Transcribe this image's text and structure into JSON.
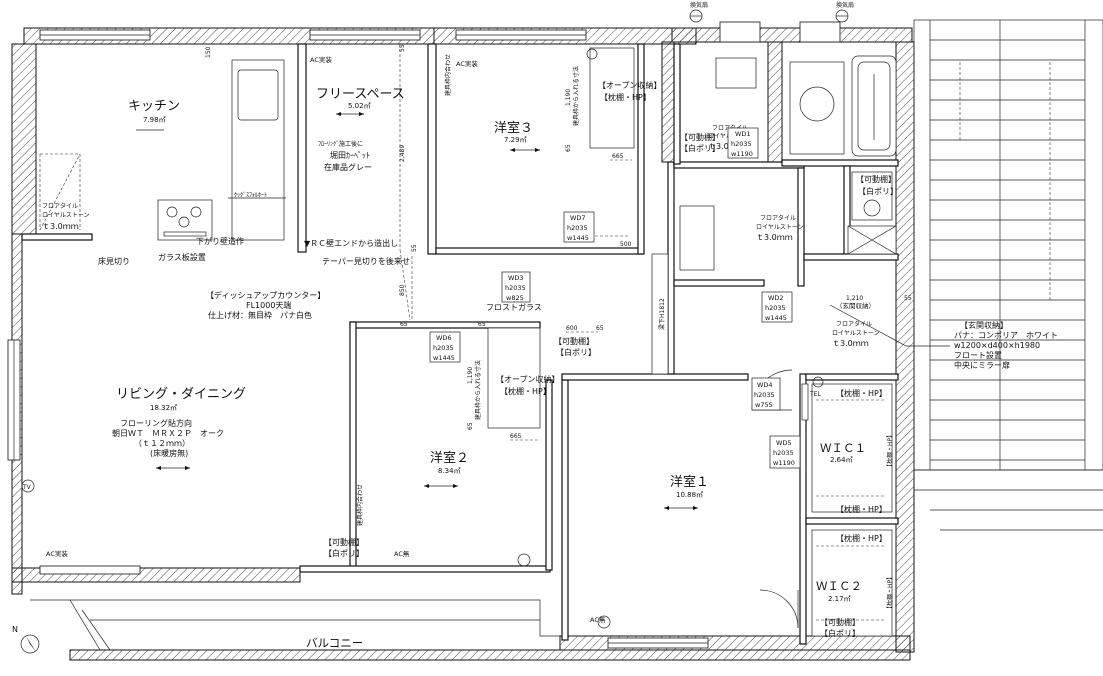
{
  "rooms": {
    "kitchen": {
      "name": "キッチン",
      "area": "7.98㎡"
    },
    "free_space": {
      "name": "フリースペース",
      "area": "5.02㎡"
    },
    "western3": {
      "name": "洋室３",
      "area": "7.29㎡"
    },
    "living": {
      "name": "リビング・ダイニング",
      "area": "18.32㎡"
    },
    "western2": {
      "name": "洋室２",
      "area": "8.34㎡"
    },
    "western1": {
      "name": "洋室１",
      "area": "10.88㎡"
    },
    "wic1": {
      "name": "ＷＩＣ１",
      "area": "2.64㎡"
    },
    "wic2": {
      "name": "ＷＩＣ２",
      "area": "2.17㎡"
    },
    "balcony": {
      "name": "バルコニー"
    }
  },
  "labels": {
    "ac_install": "AC実装",
    "ac_none": "AC無",
    "floor_tile": "フロアタイル",
    "royal_stone": "ロイヤルストーン",
    "thickness_3": "ｔ3.0ｍｍ",
    "gas_stove": "ｸｯｸﾞｽﾌｫﾙﾎｰﾄ",
    "hanging_wall": "下がり壁造作",
    "glass_board": "ガラス板設置",
    "floor_cut": "床見切り",
    "rc_wall_end": "▼ＲＣ壁エンドから造出し",
    "taper_cut": "テーパー見切りを後来せ",
    "flooring_after": "ﾌﾛｰﾘﾝｸﾞ施工後に",
    "tile_carpet": "堀田ｶｰﾍﾟｯﾄ",
    "stock_grey": "在庫品グレー",
    "dish_counter": "【ディッシュアップカウンター】",
    "fl1000": "FL1000天端",
    "finish_material": "仕上げ材：無目枠　パナ白色",
    "flooring_dir": "フローリング貼方向",
    "asahi": "朝日ＷＴ　ＭＲＸ２Ｐ　オーク",
    "t12": "（ｔ１２ｍｍ）",
    "floor_heat": "(床暖房無)",
    "frost_glass": "フロストガラス",
    "open_storage": "【オープン収納】",
    "pillow_shelf": "【枕棚・HP】",
    "movable_shelf": "【可動棚】",
    "white_poly": "【白ポリ】",
    "entrance_storage": "【玄関収納】",
    "pana_comp": "パナ：コンポリア　ホワイト",
    "entrance_size": "w1200×d400×h1980",
    "float_install": "フロート設置",
    "mirror_door": "中央にミラー扉",
    "entrance_storage_short": "（玄関収納）",
    "beam_height": "梁下H1812",
    "sash_note": "建具枠内合わせ",
    "note_vert": "建具枠から入れる寸法",
    "vent": "換気扇",
    "tel": "TEL",
    "north": "N",
    "post_mark": "TV"
  },
  "doors": {
    "wd1": {
      "name": "WD1",
      "h": "h2035",
      "w": "w1190"
    },
    "wd2": {
      "name": "WD2",
      "h": "h2035",
      "w": "w1445"
    },
    "wd3": {
      "name": "WD3",
      "h": "h2035",
      "w": "w825"
    },
    "wd4": {
      "name": "WD4",
      "h": "h2035",
      "w": "w755"
    },
    "wd5": {
      "name": "WD5",
      "h": "h2035",
      "w": "w1190"
    },
    "wd6": {
      "name": "WD6",
      "h": "h2035",
      "w": "w1445"
    },
    "wd7": {
      "name": "WD7",
      "h": "h2035",
      "w": "w1445"
    }
  },
  "dims": {
    "d150": "150",
    "d55": "55",
    "d2489": "2,489",
    "d850": "850",
    "d500": "500",
    "d600": "600",
    "d65": "65",
    "d665": "665",
    "d1190": "1,190",
    "d1210": "1,210"
  }
}
